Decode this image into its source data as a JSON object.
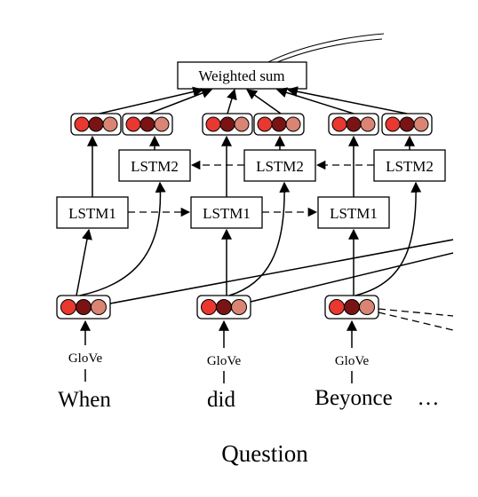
{
  "diagram": {
    "top_node": "Weighted sum",
    "lstm1_label": "LSTM1",
    "lstm2_label": "LSTM2",
    "embedding_label": "GloVe",
    "tokens": [
      "When",
      "did",
      "Beyonce",
      "…"
    ],
    "caption": "Question",
    "vector_colors": [
      "#e8382f",
      "#7a1414",
      "#d98474"
    ]
  }
}
